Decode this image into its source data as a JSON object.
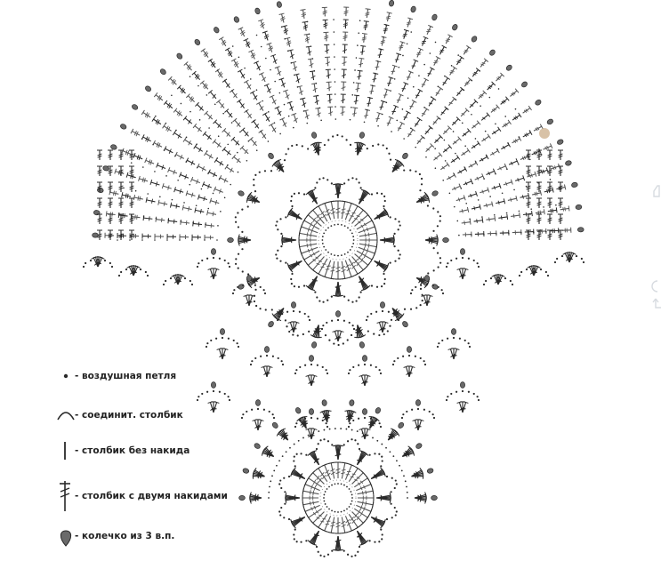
{
  "legend": {
    "chain": "- воздушная петля",
    "slip_stitch": "- соединит. столбик",
    "single_crochet": "- столбик без накида",
    "double_treble": "- столбик с двумя накидами",
    "picot_ring": "- колечко из 3 в.п."
  },
  "colors": {
    "ink": "#2a2a2a",
    "ink_light": "#555555",
    "paper": "#ffffff",
    "stain": "#c8a882",
    "edge_ui": "#d7dbe0"
  },
  "icons": {
    "chain": "dot-icon",
    "slip_stitch": "arc-icon",
    "single_crochet": "bar-icon",
    "double_treble": "double-cross-bar-icon",
    "picot_ring": "drop-ring-icon"
  }
}
